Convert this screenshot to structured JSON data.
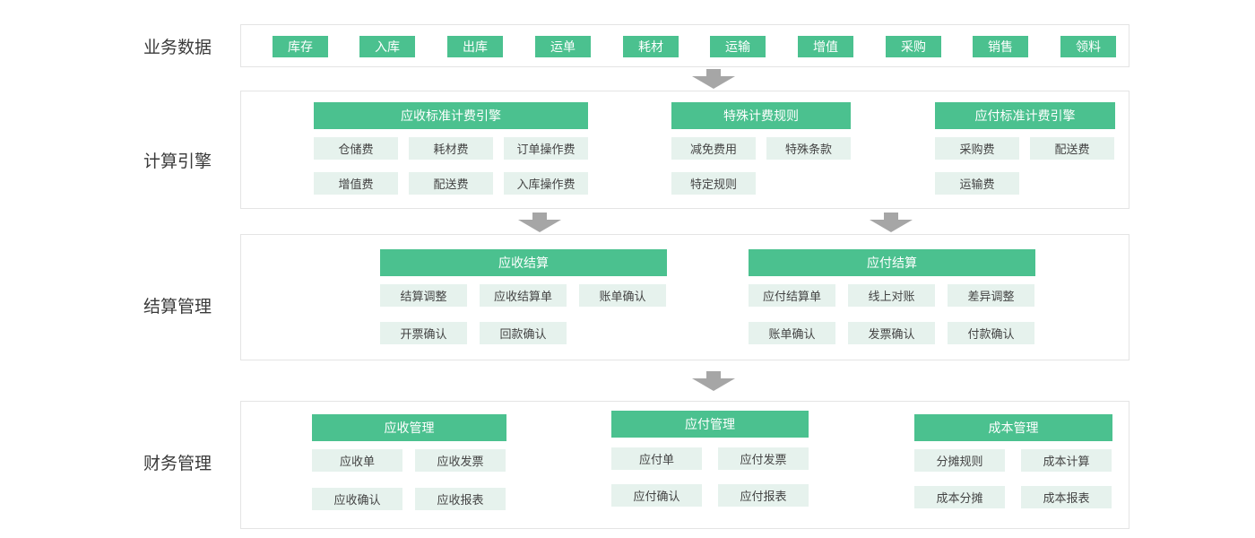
{
  "rows": {
    "business_data": "业务数据",
    "calc_engine": "计算引擎",
    "settlement": "结算管理",
    "finance": "财务管理"
  },
  "business_tags": [
    "库存",
    "入库",
    "出库",
    "运单",
    "耗材",
    "运输",
    "增值",
    "采购",
    "销售",
    "领料"
  ],
  "calc_engine": {
    "receivable": {
      "title": "应收标准计费引擎",
      "items": [
        "仓储费",
        "耗材费",
        "订单操作费",
        "增值费",
        "配送费",
        "入库操作费"
      ]
    },
    "special": {
      "title": "特殊计费规则",
      "items": [
        "减免费用",
        "特殊条款",
        "特定规则"
      ]
    },
    "payable": {
      "title": "应付标准计费引擎",
      "items": [
        "采购费",
        "配送费",
        "运输费"
      ]
    }
  },
  "settlement": {
    "receivable": {
      "title": "应收结算",
      "items": [
        "结算调整",
        "应收结算单",
        "账单确认",
        "开票确认",
        "回款确认"
      ]
    },
    "payable": {
      "title": "应付结算",
      "items": [
        "应付结算单",
        "线上对账",
        "差异调整",
        "账单确认",
        "发票确认",
        "付款确认"
      ]
    }
  },
  "finance": {
    "receivable": {
      "title": "应收管理",
      "items": [
        "应收单",
        "应收发票",
        "应收确认",
        "应收报表"
      ]
    },
    "payable": {
      "title": "应付管理",
      "items": [
        "应付单",
        "应付发票",
        "应付确认",
        "应付报表"
      ]
    },
    "cost": {
      "title": "成本管理",
      "items": [
        "分摊规则",
        "成本计算",
        "成本分摊",
        "成本报表"
      ]
    }
  },
  "colors": {
    "accent_green": "#4bc18f",
    "item_bg": "#e6f2ed",
    "arrow_gray": "#a6a6a6",
    "panel_border": "#e4e4e4"
  }
}
